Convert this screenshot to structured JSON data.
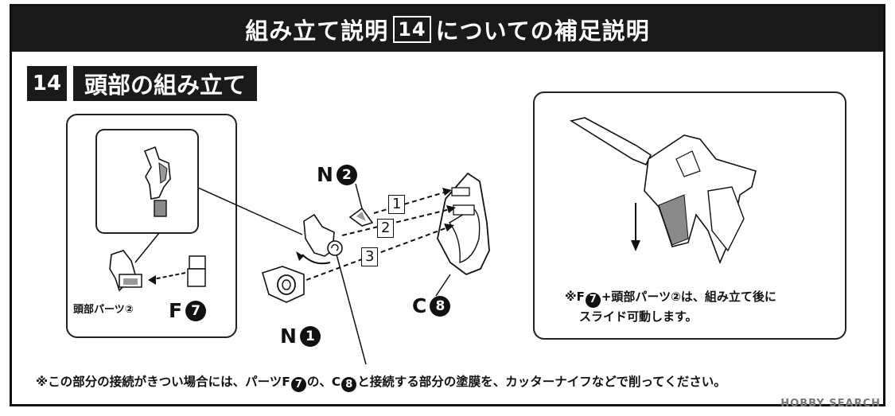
{
  "header": {
    "title_prefix": "組み立て説明",
    "step_box": "14",
    "title_suffix": "についての補足説明"
  },
  "step": {
    "number": "14",
    "title": "頭部の組み立て"
  },
  "labels": {
    "part_head": "頭部パーツ②",
    "part_f": "F",
    "part_f_num": "7",
    "part_n_top": "N",
    "part_n_top_num": "2",
    "part_n_bottom": "N",
    "part_n_bottom_num": "1",
    "part_c": "C",
    "part_c_num": "8",
    "arrow_step_1": "1",
    "arrow_step_2": "2",
    "arrow_step_3": "3"
  },
  "right_note": {
    "line1_a": "※F",
    "line1_num": "7",
    "line1_b": "+頭部パーツ②は、組み立て後に",
    "line2": "スライド可動します。"
  },
  "footer": {
    "part_a": "※この部分の接続がきつい場合には、パーツF",
    "num_a": "7",
    "part_b": "の、C",
    "num_b": "8",
    "part_c": "と接続する部分の塗膜を、カッターナイフなどで削ってください。"
  },
  "watermark": "HOBBY SEARCH",
  "colors": {
    "ink": "#111111",
    "panel": "#1a1a1a",
    "shade": "#8a8a8a"
  }
}
